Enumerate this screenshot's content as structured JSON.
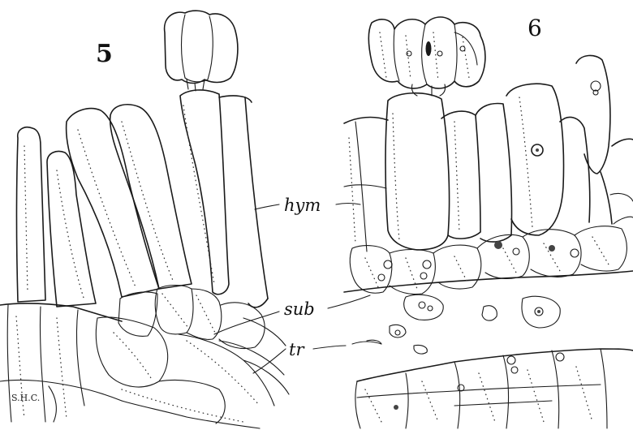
{
  "figures": {
    "left_number": "5",
    "right_number": "6"
  },
  "labels": {
    "hym": "hym",
    "sub": "sub",
    "tr": "tr"
  },
  "artist_initials": "S.H.C."
}
